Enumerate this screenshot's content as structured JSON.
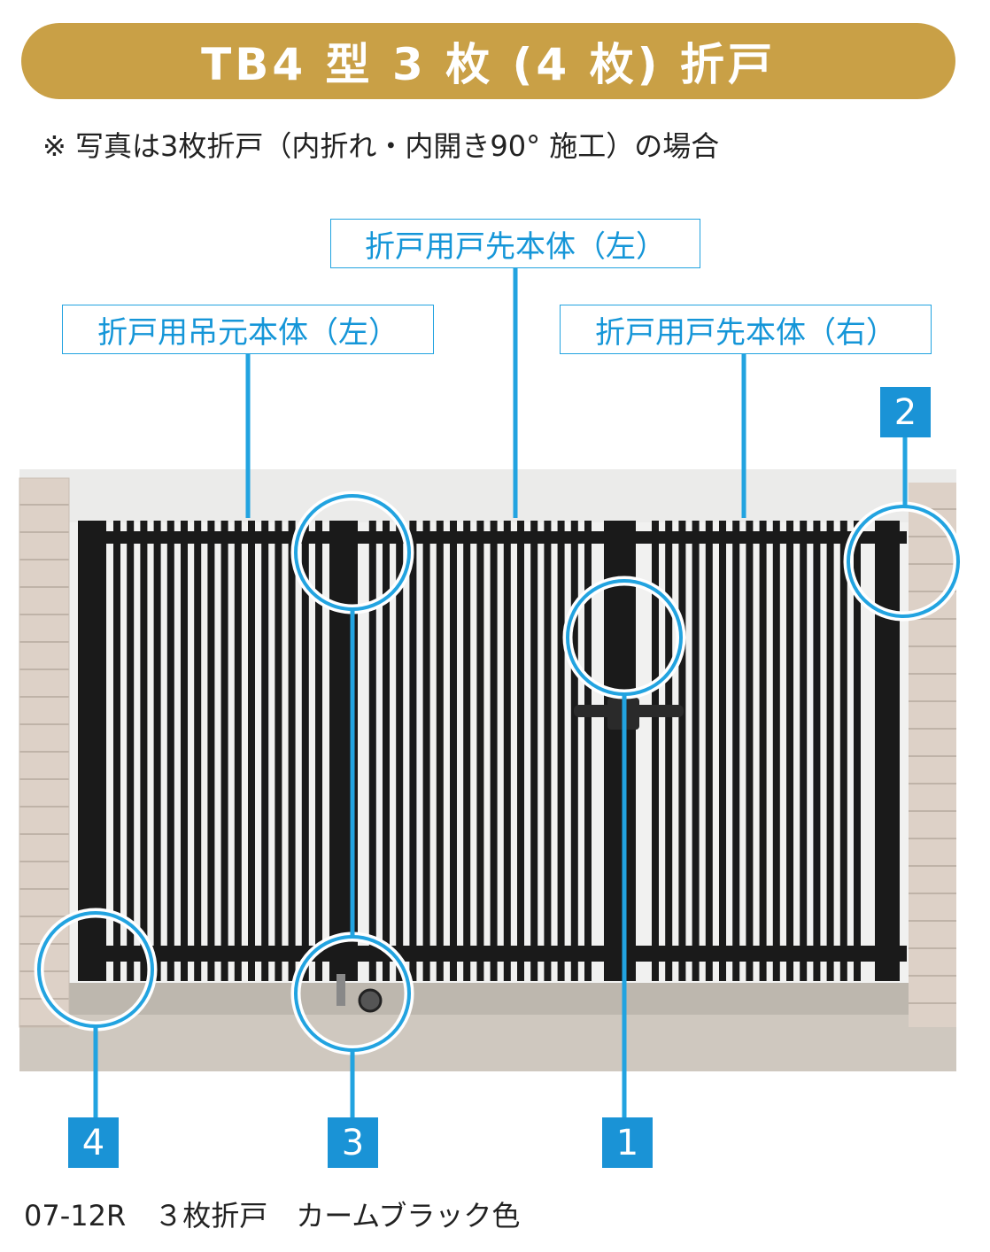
{
  "title": "TB4 型 3 枚 (4 枚) 折戸",
  "note": "※ 写真は3枚折戸（内折れ・内開き90° 施工）の場合",
  "labels": {
    "center": "折戸用戸先本体（左）",
    "left": "折戸用吊元本体（左）",
    "right": "折戸用戸先本体（右）"
  },
  "numbers": {
    "one": "1",
    "two": "2",
    "three": "3",
    "four": "4"
  },
  "caption": "07-12R　３枚折戸　カームブラック色",
  "colors": {
    "title_bar": "#c9a046",
    "label_text": "#1596d8",
    "callout_line": "#22a3e0",
    "number_box": "#1a93d6",
    "gate": "#1a1a1a",
    "brick": "#ddd1c7"
  }
}
